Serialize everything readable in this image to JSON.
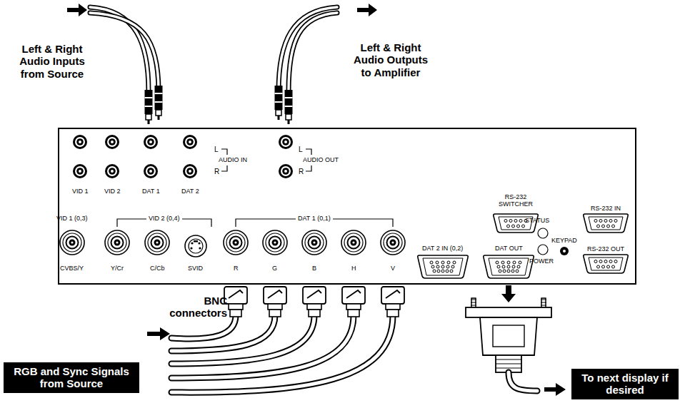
{
  "diagram": {
    "nodes": [
      {
        "text": [
          "RGB and Sync Signals from Source"
        ]
      },
      {
        "text": [
          "To next display if desired"
        ]
      }
    ],
    "labels": [
      "Left & Right Audio Inputs from Source",
      "Left & Right Audio Outputs to Amplifier",
      "L",
      "AUDIO IN",
      "R",
      "L",
      "AUDIO OUT",
      "R",
      "VID 1",
      "VID 2",
      "DAT 1",
      "DAT 2",
      "RS-232 SWITCHER",
      "RS-232 IN",
      "STATUS",
      "RS-232 OUT",
      "VID 1 (0,3)",
      "VID 2 (0,4)",
      "DAT 1 (0,1)",
      "DAT 2 IN (0,2)",
      "DAT OUT",
      "POWER",
      "KEYPAD",
      "CVBS/Y",
      "Y/Cr",
      "C/Cb",
      "SVID",
      "R",
      "G",
      "B",
      "H",
      "V",
      "BNC connectors"
    ]
  }
}
